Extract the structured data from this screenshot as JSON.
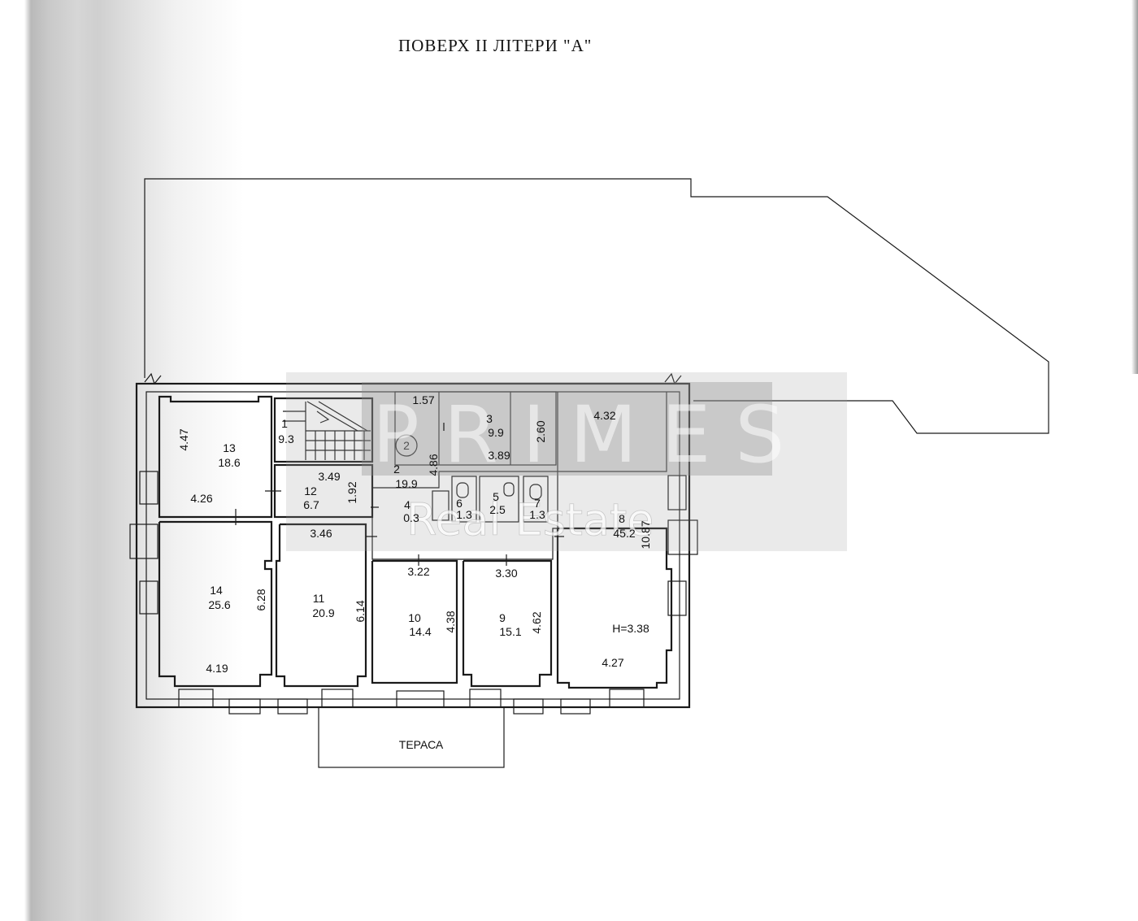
{
  "title": "ПОВЕРХ II ЛІТЕРИ \"А\"",
  "watermark": {
    "brand": "PRIMES",
    "sub": "Real Estate"
  },
  "terrace": "ТЕРАСА",
  "height_note": "H=3.38",
  "rooms": {
    "r1": {
      "num": "1",
      "area": "9.3"
    },
    "r2": {
      "num": "2",
      "area": "19.9"
    },
    "r3": {
      "num": "3",
      "area": "9.9"
    },
    "r4": {
      "num": "4",
      "area": "0.3"
    },
    "r5": {
      "num": "5",
      "area": "2.5"
    },
    "r6": {
      "num": "6",
      "area": "1.3"
    },
    "r7": {
      "num": "7",
      "area": "1.3"
    },
    "r8": {
      "num": "8",
      "area": "45.2"
    },
    "r9": {
      "num": "9",
      "area": "15.1"
    },
    "r10": {
      "num": "10",
      "area": "14.4"
    },
    "r11": {
      "num": "11",
      "area": "20.9"
    },
    "r12": {
      "num": "12",
      "area": "6.7"
    },
    "r13": {
      "num": "13",
      "area": "18.6"
    },
    "r14": {
      "num": "14",
      "area": "25.6"
    }
  },
  "stair_marker": "2",
  "dims": {
    "d447": "4.47",
    "d426": "4.26",
    "d349": "3.49",
    "d192": "1.92",
    "d157": "1.57",
    "d389": "3.89",
    "d260": "2.60",
    "d486": "4.86",
    "d432": "4.32",
    "d1087": "10.87",
    "d346": "3.46",
    "d322": "3.22",
    "d330": "3.30",
    "d628": "6.28",
    "d614": "6.14",
    "d438": "4.38",
    "d462": "4.62",
    "d419": "4.19",
    "d427": "4.27"
  }
}
